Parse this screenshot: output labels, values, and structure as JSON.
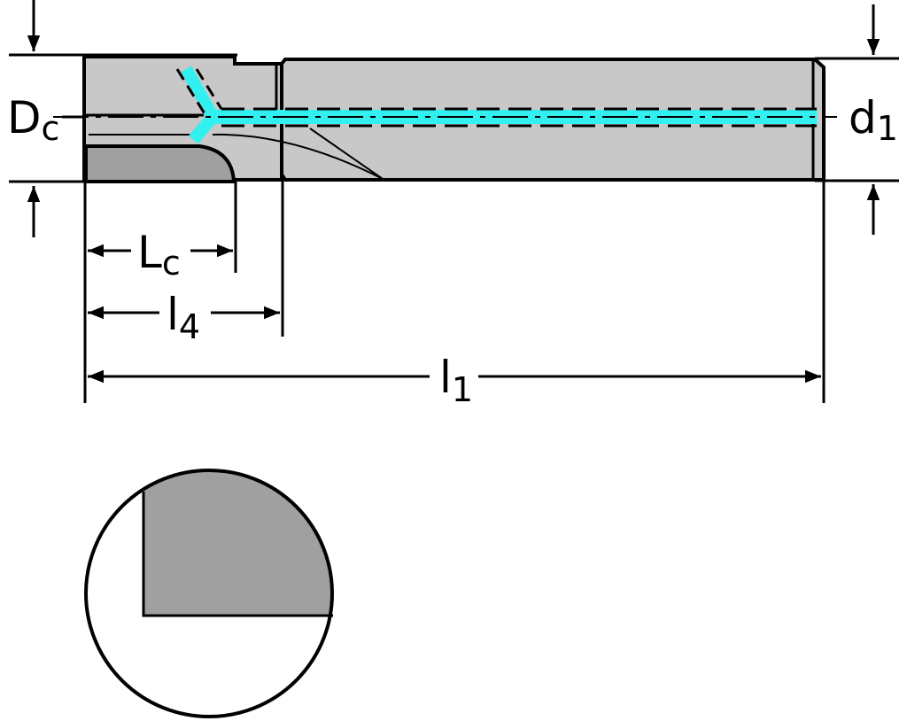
{
  "labels": {
    "dc": {
      "main": "D",
      "sub": "c"
    },
    "d1": {
      "main": "d",
      "sub": "1"
    },
    "lc": {
      "main": "L",
      "sub": "c"
    },
    "l4": {
      "main": "l",
      "sub": "4"
    },
    "l1": {
      "main": "l",
      "sub": "1"
    }
  },
  "colors": {
    "head": "#c8c8c8",
    "shank": "#c8c8c8",
    "insert": "#a0a0a0",
    "coolant": "#33f0f0",
    "line": "#000000"
  }
}
